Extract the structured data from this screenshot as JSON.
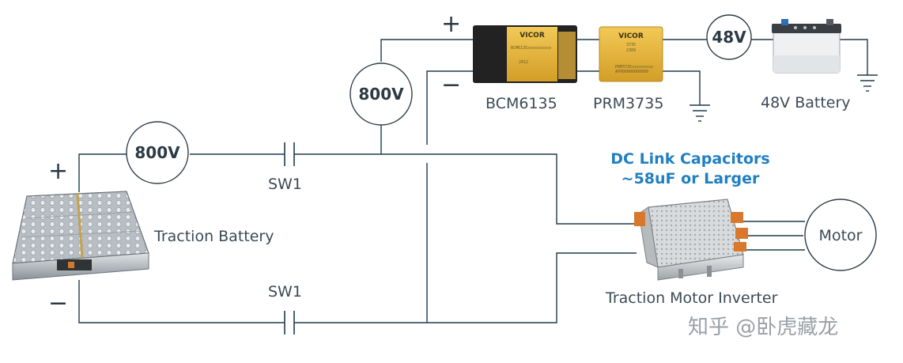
{
  "battery": {
    "label": "Traction Battery",
    "plus": "+",
    "minus": "−"
  },
  "voltage_badges": {
    "left": "800V",
    "mid": "800V",
    "battery48": "48V"
  },
  "switches": {
    "top": "SW1",
    "bottom": "SW1"
  },
  "bcm": {
    "label": "BCM6135",
    "plus": "+",
    "minus": "−",
    "brand": "VICOR",
    "line1": "BCM6135xxxxxxxxxx",
    "line2": "2012"
  },
  "prm": {
    "label": "PRM3735",
    "brand": "VICOR",
    "line1": "3735",
    "line2": "2309",
    "line3": "PRM3735xxxxxxxxx",
    "line4": "AP000000000000"
  },
  "battery48": {
    "label": "48V Battery"
  },
  "dc_link": {
    "line1": "DC Link Capacitors",
    "line2": "~58uF or Larger"
  },
  "inverter": {
    "label": "Traction Motor Inverter"
  },
  "motor": {
    "label": "Motor"
  },
  "watermark": "知乎 @卧虎藏龙",
  "colors": {
    "wire": "#1d3b4d",
    "accent": "#1f7fc2",
    "module_gold": "#e2b53e",
    "module_dark": "#1e1e1e"
  }
}
